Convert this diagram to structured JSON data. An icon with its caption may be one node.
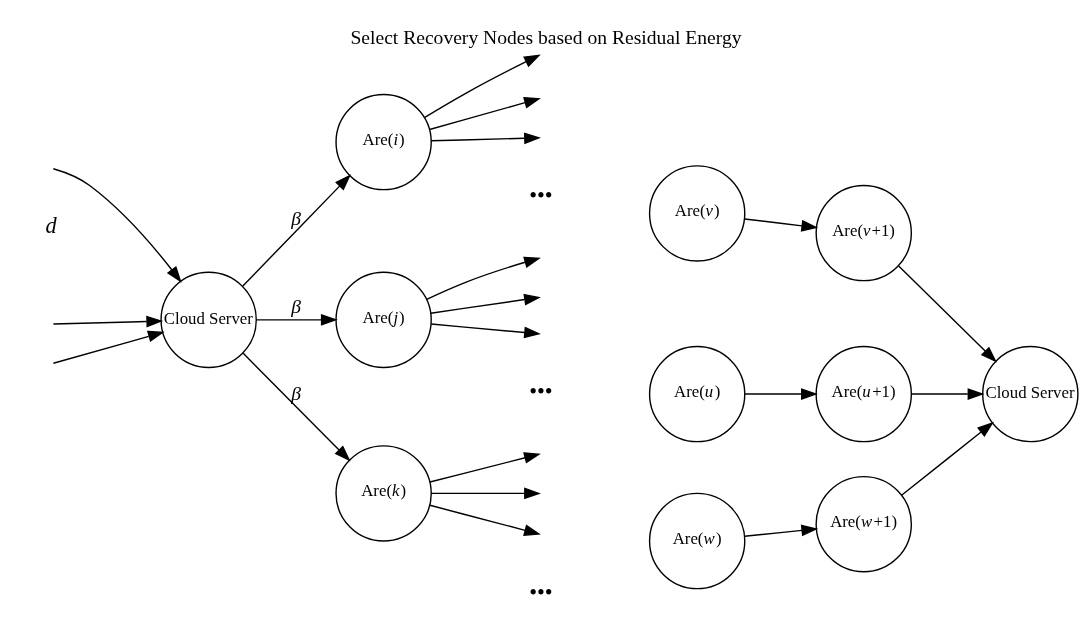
{
  "diagram": {
    "title": "Select Recovery Nodes based on Residual Energy",
    "nodes": [
      {
        "text": [
          "Cloud Server"
        ]
      },
      {
        "text": [
          "Are(*i*)"
        ]
      },
      {
        "text": [
          "Are(*j*)"
        ]
      },
      {
        "text": [
          "Are(*k*)"
        ]
      },
      {
        "text": [
          "Are(*v*)"
        ]
      },
      {
        "text": [
          "Are(*v*+1)"
        ]
      },
      {
        "text": [
          "Are(*u*)"
        ]
      },
      {
        "text": [
          "Are(*u*+1)"
        ]
      },
      {
        "text": [
          "Are(*w*)"
        ]
      },
      {
        "text": [
          "Are(*w*+1)"
        ]
      },
      {
        "text": [
          "Cloud Server"
        ]
      }
    ],
    "edges": [
      {
        "from": null,
        "to": 0,
        "arrow": "to"
      },
      {
        "from": null,
        "to": 0,
        "arrow": "to"
      },
      {
        "from": null,
        "to": 0,
        "arrow": "to"
      },
      {
        "from": 0,
        "to": 1,
        "arrow": "to",
        "label": "*β*"
      },
      {
        "from": 0,
        "to": 2,
        "arrow": "to",
        "label": "*β*"
      },
      {
        "from": 0,
        "to": 3,
        "arrow": "to",
        "label": "*β*"
      },
      {
        "from": 1,
        "to": null,
        "arrow": "to"
      },
      {
        "from": 1,
        "to": null,
        "arrow": "to"
      },
      {
        "from": 1,
        "to": null,
        "arrow": "to"
      },
      {
        "from": 2,
        "to": null,
        "arrow": "to"
      },
      {
        "from": 2,
        "to": null,
        "arrow": "to"
      },
      {
        "from": 2,
        "to": null,
        "arrow": "to"
      },
      {
        "from": 3,
        "to": null,
        "arrow": "to"
      },
      {
        "from": 3,
        "to": null,
        "arrow": "to"
      },
      {
        "from": 3,
        "to": null,
        "arrow": "to"
      },
      {
        "from": 4,
        "to": 5,
        "arrow": "to"
      },
      {
        "from": 6,
        "to": 7,
        "arrow": "to"
      },
      {
        "from": 8,
        "to": 9,
        "arrow": "to"
      },
      {
        "from": 5,
        "to": 10,
        "arrow": "to"
      },
      {
        "from": 7,
        "to": 10,
        "arrow": "to"
      },
      {
        "from": 9,
        "to": 10,
        "arrow": "to"
      }
    ],
    "labels": [
      "*d*",
      "•••",
      "•••",
      "•••"
    ]
  }
}
